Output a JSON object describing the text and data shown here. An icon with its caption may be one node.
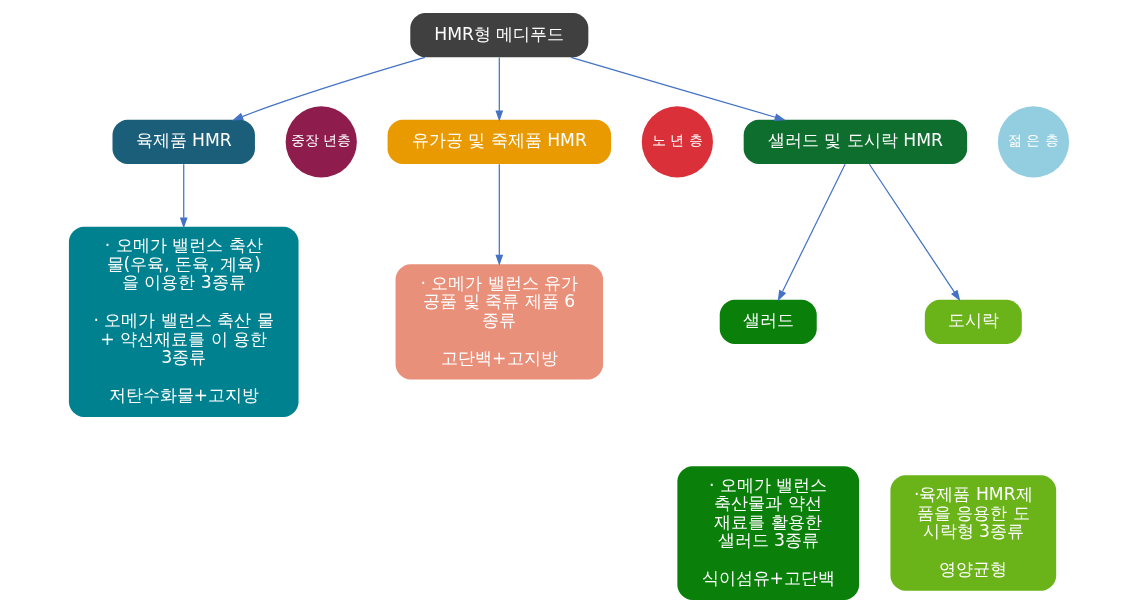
{
  "diagram": {
    "nodes": [
      {
        "text": [
          "HMR형 메디푸드"
        ]
      },
      {
        "text": [
          "육제품 HMR"
        ]
      },
      {
        "text": [
          "중장 년층"
        ]
      },
      {
        "text": [
          "유가공 및 죽제품 HMR"
        ]
      },
      {
        "text": [
          "노 년 층"
        ]
      },
      {
        "text": [
          "샐러드 및 도시락 HMR"
        ]
      },
      {
        "text": [
          "젊 은 층"
        ]
      },
      {
        "text": [
          "· 오메가 밸런스 축산 물(우육, 돈육, 계육) 을 이용한 3종류",
          "· 오메가 밸런스 축산 물 + 약선재료를 이 용한 3종류",
          "저탄수화물+고지방"
        ]
      },
      {
        "text": [
          "· 오메가 밸런스 유가 공품 및 죽류 제품 6 종류",
          "고단백+고지방"
        ]
      },
      {
        "text": [
          "샐러드"
        ]
      },
      {
        "text": [
          "도시락"
        ]
      },
      {
        "text": [
          "· 오메가 밸런스 축산물과 약선 재료를 활용한 샐러드 3종류",
          "식이섬유+고단백"
        ]
      },
      {
        "text": [
          "·육제품 HMR제 품을 응용한 도 시락형 3종류",
          "영양균형"
        ]
      }
    ],
    "edges": [
      {
        "from": 0,
        "to": 1,
        "arrow": "to"
      },
      {
        "from": 0,
        "to": 3,
        "arrow": "to"
      },
      {
        "from": 0,
        "to": 5,
        "arrow": "to"
      },
      {
        "from": 1,
        "to": 7,
        "arrow": "to"
      },
      {
        "from": 3,
        "to": 8,
        "arrow": "to"
      },
      {
        "from": 5,
        "to": 9,
        "arrow": "to"
      },
      {
        "from": 5,
        "to": 10,
        "arrow": "to"
      }
    ]
  }
}
